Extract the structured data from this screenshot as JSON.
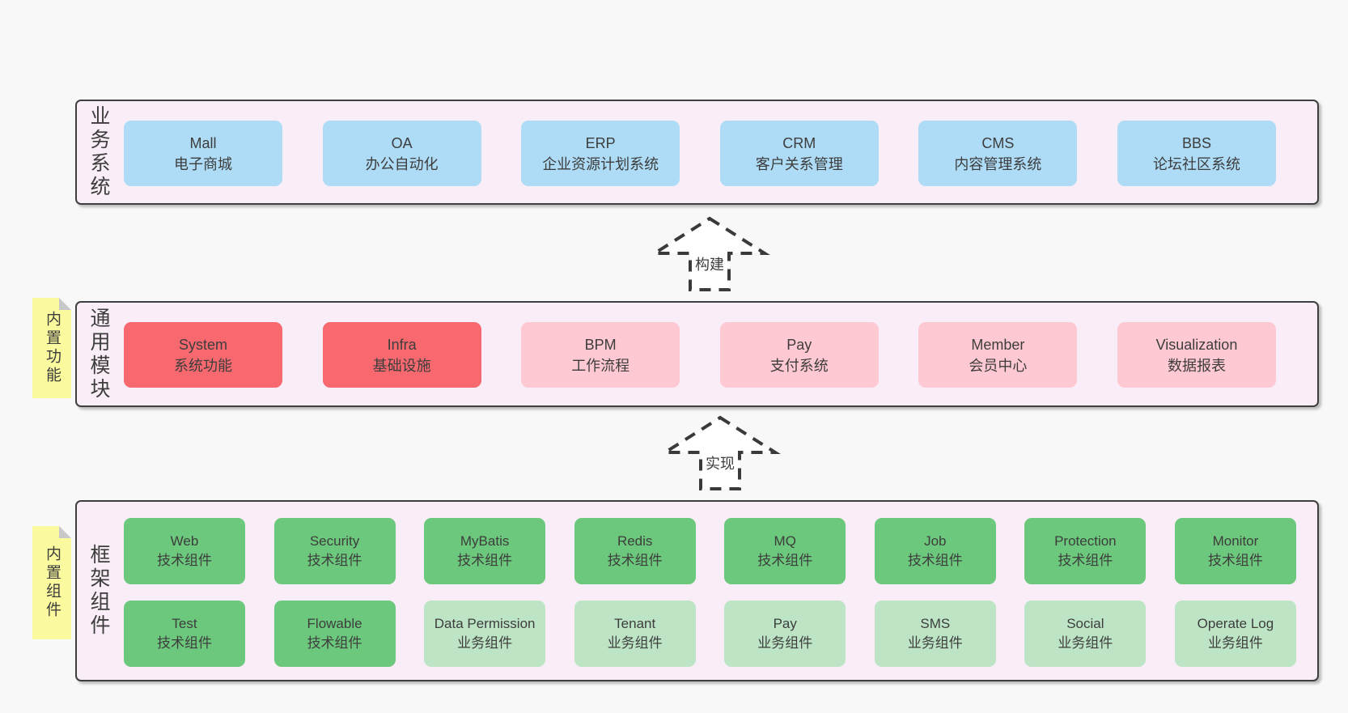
{
  "diagram": {
    "colors": {
      "page_bg": "#f8f8f8",
      "band_bg": "#f9eef7",
      "band_border": "#3f3f3f",
      "blue": "#aedcf6",
      "red": "#f7696f",
      "pink": "#ffc9d3",
      "green": "#6cc87c",
      "light_green": "#bde5c5",
      "sticky_yellow": "#fbfa9e",
      "text": "#3d3d3d"
    },
    "arrows": [
      {
        "label": "构建"
      },
      {
        "label": "实现"
      }
    ],
    "bands": [
      {
        "label": "业务系统",
        "boxes": [
          {
            "en": "Mall",
            "zh": "电子商城",
            "variant": "blue"
          },
          {
            "en": "OA",
            "zh": "办公自动化",
            "variant": "blue"
          },
          {
            "en": "ERP",
            "zh": "企业资源计划系统",
            "variant": "blue"
          },
          {
            "en": "CRM",
            "zh": "客户关系管理",
            "variant": "blue"
          },
          {
            "en": "CMS",
            "zh": "内容管理系统",
            "variant": "blue"
          },
          {
            "en": "BBS",
            "zh": "论坛社区系统",
            "variant": "blue"
          }
        ]
      },
      {
        "label": "通用模块",
        "sticky": "内置功能",
        "boxes": [
          {
            "en": "System",
            "zh": "系统功能",
            "variant": "red"
          },
          {
            "en": "Infra",
            "zh": "基础设施",
            "variant": "red"
          },
          {
            "en": "BPM",
            "zh": "工作流程",
            "variant": "pink"
          },
          {
            "en": "Pay",
            "zh": "支付系统",
            "variant": "pink"
          },
          {
            "en": "Member",
            "zh": "会员中心",
            "variant": "pink"
          },
          {
            "en": "Visualization",
            "zh": "数据报表",
            "variant": "pink"
          }
        ]
      },
      {
        "label": "框架组件",
        "sticky": "内置组件",
        "rows": [
          [
            {
              "en": "Web",
              "zh": "技术组件",
              "variant": "green"
            },
            {
              "en": "Security",
              "zh": "技术组件",
              "variant": "green"
            },
            {
              "en": "MyBatis",
              "zh": "技术组件",
              "variant": "green"
            },
            {
              "en": "Redis",
              "zh": "技术组件",
              "variant": "green"
            },
            {
              "en": "MQ",
              "zh": "技术组件",
              "variant": "green"
            },
            {
              "en": "Job",
              "zh": "技术组件",
              "variant": "green"
            },
            {
              "en": "Protection",
              "zh": "技术组件",
              "variant": "green"
            },
            {
              "en": "Monitor",
              "zh": "技术组件",
              "variant": "green"
            }
          ],
          [
            {
              "en": "Test",
              "zh": "技术组件",
              "variant": "green"
            },
            {
              "en": "Flowable",
              "zh": "技术组件",
              "variant": "green"
            },
            {
              "en": "Data Permission",
              "zh": "业务组件",
              "variant": "light-green"
            },
            {
              "en": "Tenant",
              "zh": "业务组件",
              "variant": "light-green"
            },
            {
              "en": "Pay",
              "zh": "业务组件",
              "variant": "light-green"
            },
            {
              "en": "SMS",
              "zh": "业务组件",
              "variant": "light-green"
            },
            {
              "en": "Social",
              "zh": "业务组件",
              "variant": "light-green"
            },
            {
              "en": "Operate Log",
              "zh": "业务组件",
              "variant": "light-green"
            }
          ]
        ]
      }
    ]
  }
}
